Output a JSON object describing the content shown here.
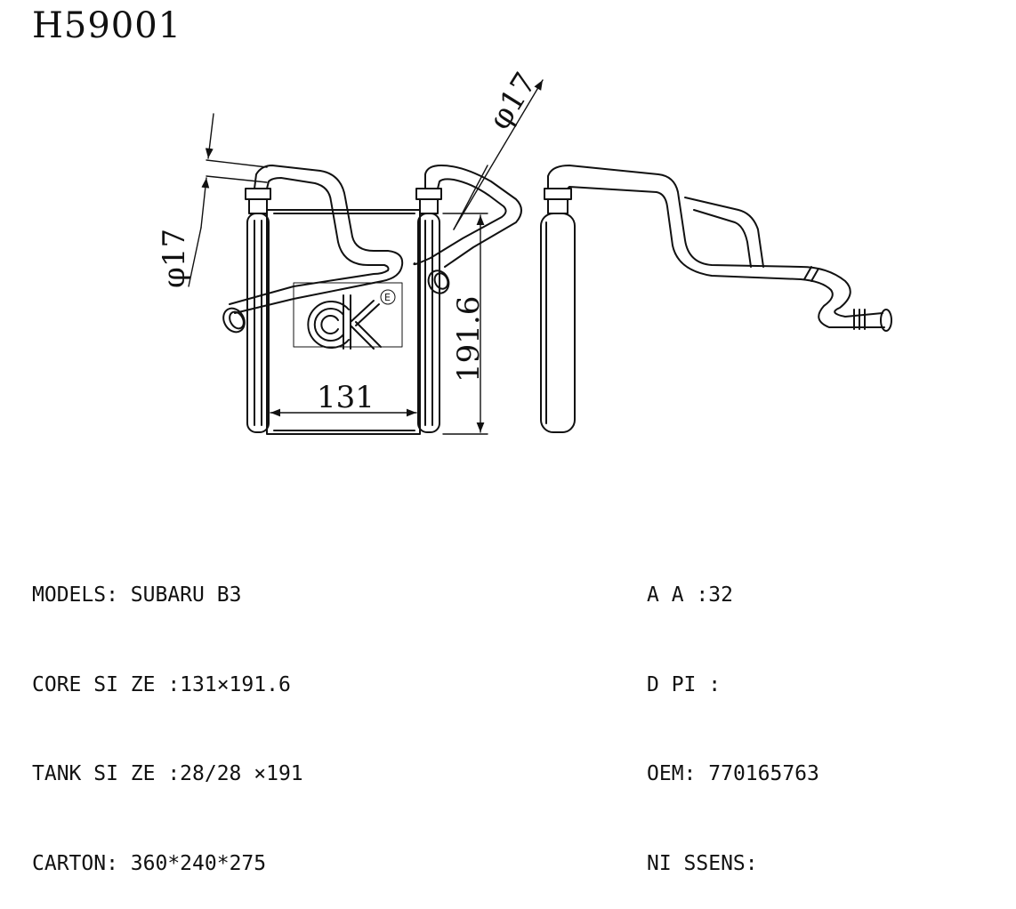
{
  "part_number": "H59001",
  "dimensions": {
    "inlet_diameter_left": "φ17",
    "inlet_diameter_right": "φ17",
    "core_height": "191.6",
    "core_width": "131"
  },
  "logo": {
    "mark": "E"
  },
  "specs_left": [
    {
      "label": "MODELS:",
      "value": "SUBARU B3"
    },
    {
      "label": "CORE SI ZE :",
      "value": "131×191.6"
    },
    {
      "label": "TANK SI ZE :",
      "value": "28/28 ×191"
    },
    {
      "label": "CARTON:",
      "value": "360*240*275"
    }
  ],
  "specs_right": [
    {
      "label": "A A :",
      "value": "32"
    },
    {
      "label": "D PI :",
      "value": ""
    },
    {
      "label": "OEM:",
      "value": "770165763"
    },
    {
      "label": "NI SSENS:",
      "value": ""
    }
  ],
  "colors": {
    "line": "#111111",
    "background": "#ffffff"
  }
}
